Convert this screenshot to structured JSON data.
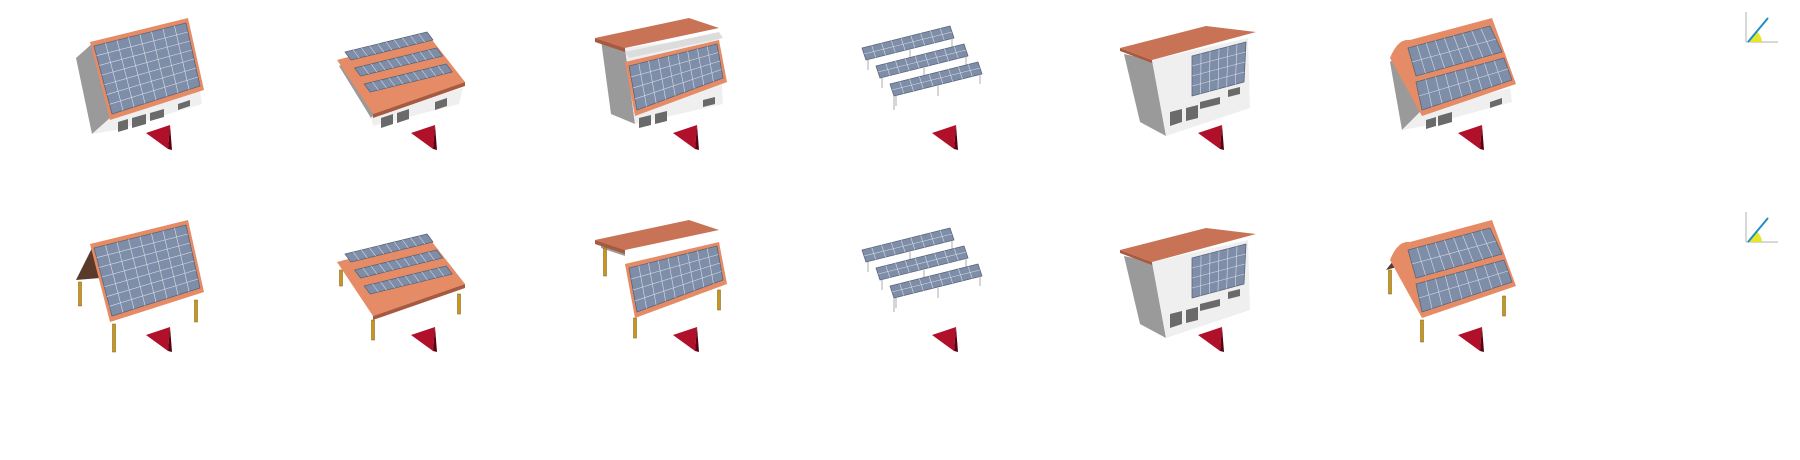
{
  "colors": {
    "roof": "#c97356",
    "roof_dark": "#a85a40",
    "roof_edge": "#e58b66",
    "panel": "#7f8ea8",
    "panel_frame": "#5a6478",
    "panel_grid": "#d9dde6",
    "wall_front": "#efefef",
    "wall_side": "#9a9a9a",
    "window": "#6a6a6a",
    "arrow": "#b0102a",
    "arrow_dark": "#5a0010",
    "post": "#c8961e",
    "gable_wood": "#5a3a2a",
    "angle_line": "#1e8fc8",
    "angle_fill": "#e6e62a",
    "axis": "#b0b0b0"
  },
  "rows": [
    {
      "name": "building-row",
      "cells": [
        {
          "name": "gable-roof-house",
          "variant": "gable",
          "walls": true
        },
        {
          "name": "flat-roof-rows-house",
          "variant": "flat-rows",
          "walls": true
        },
        {
          "name": "shed-roof-house",
          "variant": "shed",
          "walls": true
        },
        {
          "name": "ground-mount-rows",
          "variant": "ground",
          "walls": false
        },
        {
          "name": "facade-mounted-house",
          "variant": "facade",
          "walls": true
        },
        {
          "name": "curved-roof-house",
          "variant": "curved",
          "walls": true
        }
      ]
    },
    {
      "name": "carport-row",
      "cells": [
        {
          "name": "gable-roof-carport",
          "variant": "gable",
          "walls": false
        },
        {
          "name": "flat-roof-rows-carport",
          "variant": "flat-rows",
          "walls": false
        },
        {
          "name": "shed-roof-carport",
          "variant": "shed",
          "walls": false
        },
        {
          "name": "ground-mount-rows-2",
          "variant": "ground",
          "walls": false
        },
        {
          "name": "facade-mounted-house-2",
          "variant": "facade",
          "walls": true
        },
        {
          "name": "curved-roof-carport",
          "variant": "curved",
          "walls": false
        }
      ]
    }
  ],
  "icons": [
    "north-arrow-icon",
    "tilt-angle-icon"
  ]
}
